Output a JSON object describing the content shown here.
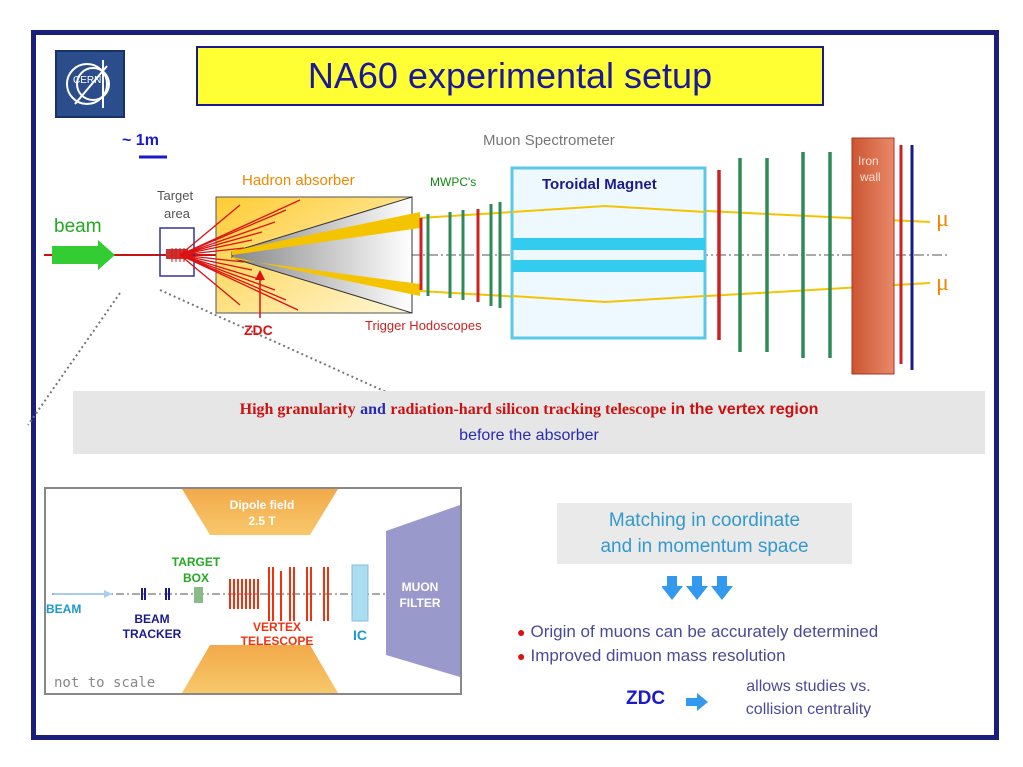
{
  "title": "NA60 experimental setup",
  "logo_text": "CERN",
  "top_diagram": {
    "scale_label": "~ 1m",
    "muon_spectrometer": "Muon Spectrometer",
    "beam": "beam",
    "target_area_line1": "Target",
    "target_area_line2": "area",
    "hadron_absorber": "Hadron absorber",
    "mwpcs": "MWPC's",
    "toroidal_magnet": "Toroidal Magnet",
    "iron_wall_line1": "Iron",
    "iron_wall_line2": "wall",
    "mu_upper": "μ",
    "mu_lower": "μ",
    "zdc": "ZDC",
    "trigger_hodoscopes": "Trigger Hodoscopes"
  },
  "band": {
    "part1": "High granularity",
    "part2": "and",
    "part3": "radiation-hard silicon tracking telescope",
    "part4": "in the vertex region",
    "line2": "before the absorber"
  },
  "inset": {
    "dipole_line1": "Dipole field",
    "dipole_line2": "2.5 T",
    "target_box_line1": "TARGET",
    "target_box_line2": "BOX",
    "beam": "BEAM",
    "beam_tracker_line1": "BEAM",
    "beam_tracker_line2": "TRACKER",
    "vertex_line1": "VERTEX",
    "vertex_line2": "TELESCOPE",
    "ic": "IC",
    "muon_filter_line1": "MUON",
    "muon_filter_line2": "FILTER",
    "not_to_scale": "not to scale"
  },
  "matching": {
    "line1": "Matching in coordinate",
    "line2": "and in momentum space"
  },
  "bullets": [
    "Origin of muons can be accurately determined",
    "Improved dimuon mass resolution"
  ],
  "zdc_note": {
    "label": "ZDC",
    "line1": "allows studies vs.",
    "line2": "collision centrality"
  },
  "colors": {
    "frame": "#1a1f7a",
    "title_bg": "#ffff33",
    "muon_track": "#f5c400",
    "red_accent": "#d11111",
    "green_chamber": "#2e8b57"
  }
}
